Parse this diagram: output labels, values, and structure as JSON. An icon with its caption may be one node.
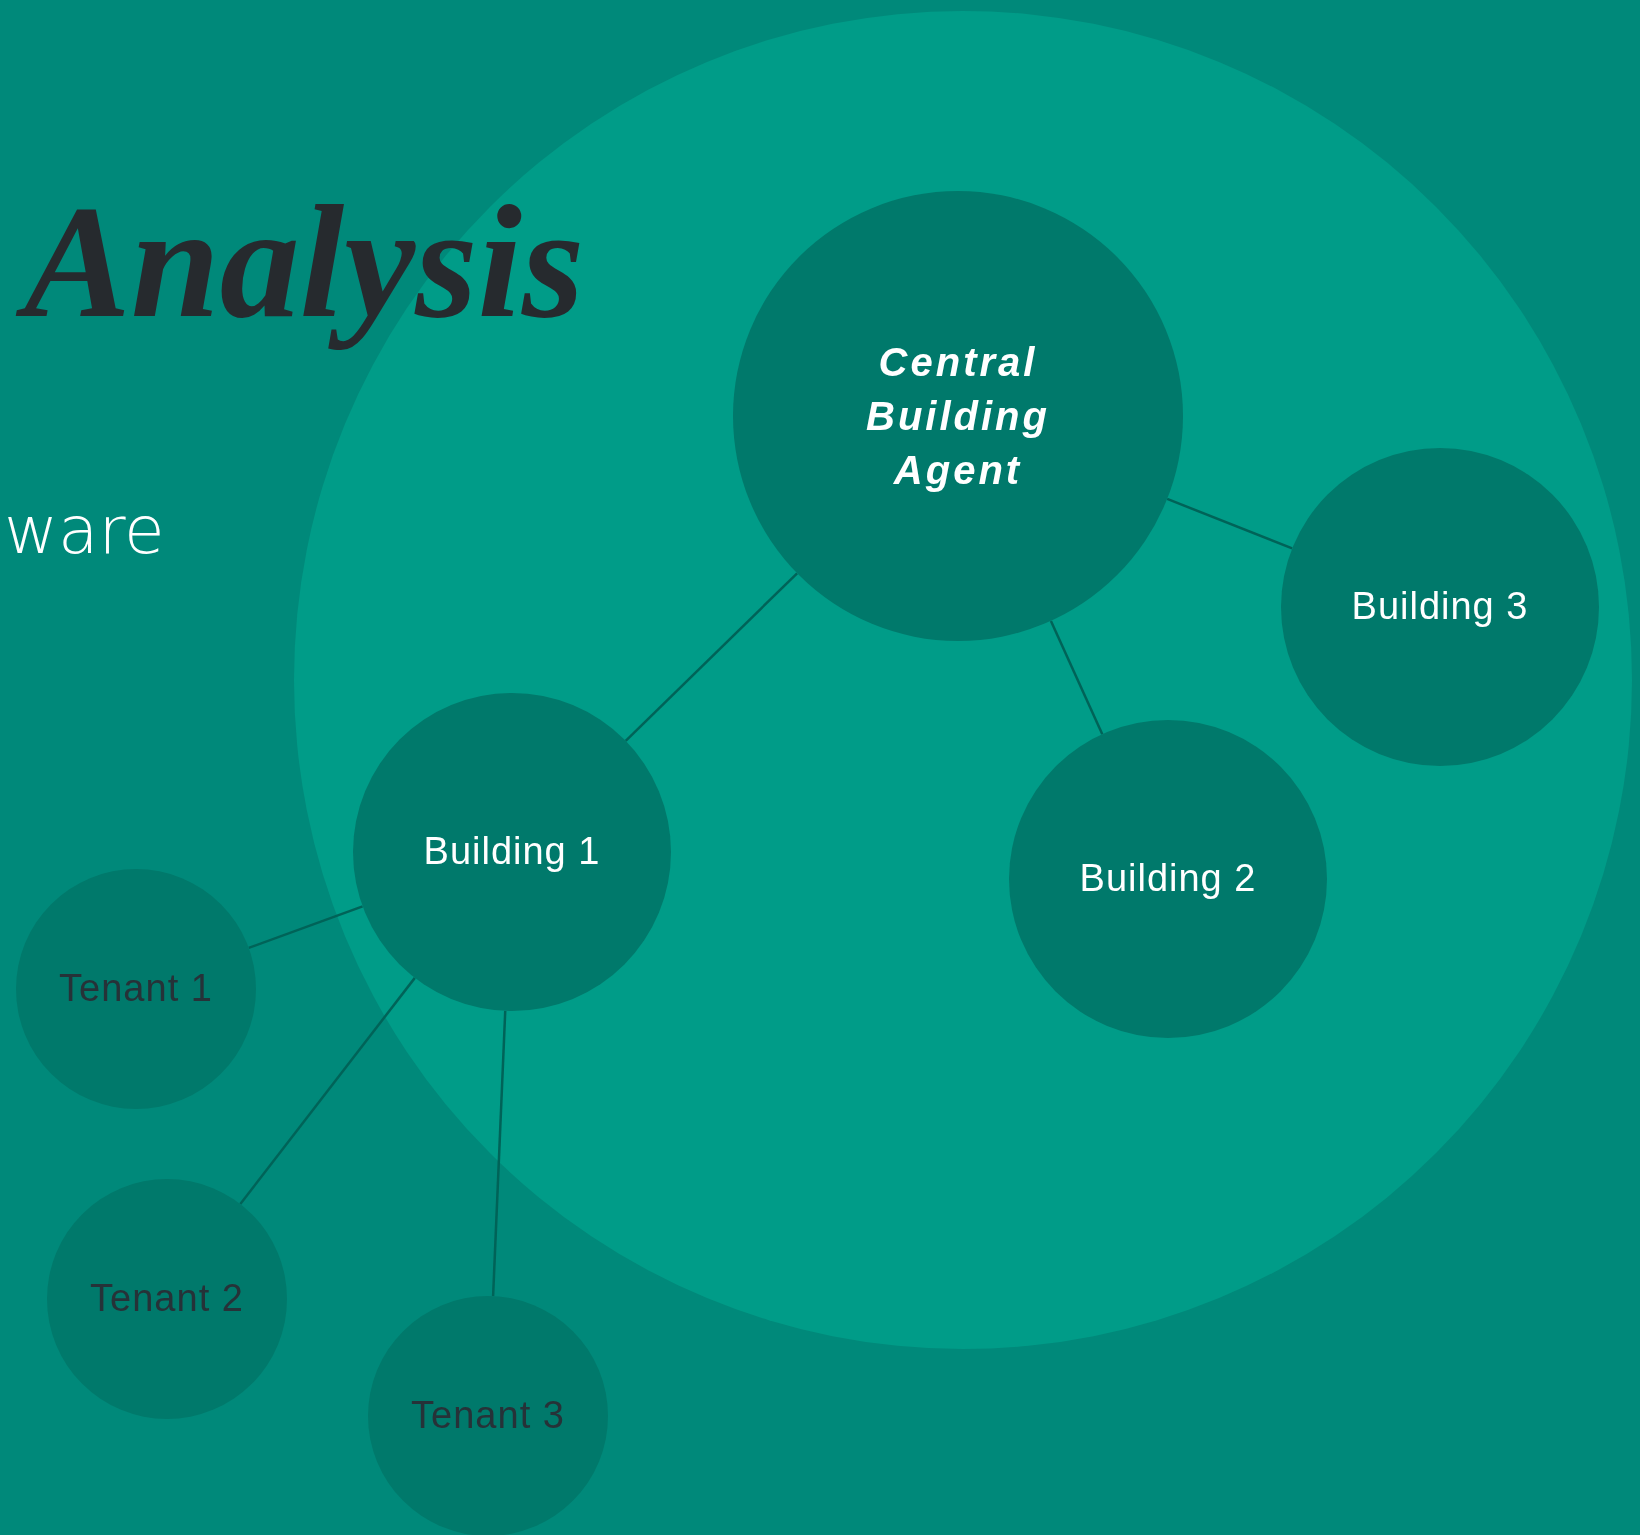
{
  "diagram": {
    "title": "Analysis",
    "nodes": [
      {
        "text": [
          "Central Building Agent"
        ]
      },
      {
        "text": [
          "Building 3"
        ]
      },
      {
        "text": [
          "Building 1"
        ]
      },
      {
        "text": [
          "Building 2"
        ]
      },
      {
        "text": [
          "Tenant 1"
        ]
      },
      {
        "text": [
          "Tenant 2"
        ]
      },
      {
        "text": [
          "Tenant 3"
        ]
      }
    ],
    "edges": [
      {
        "from": 0,
        "to": 1,
        "arrow": "none"
      },
      {
        "from": 0,
        "to": 2,
        "arrow": "none"
      },
      {
        "from": 0,
        "to": 3,
        "arrow": "none"
      },
      {
        "from": 2,
        "to": 4,
        "arrow": "none"
      },
      {
        "from": 2,
        "to": 5,
        "arrow": "none"
      },
      {
        "from": 2,
        "to": 6,
        "arrow": "none"
      }
    ],
    "labels": [
      "ware"
    ]
  }
}
